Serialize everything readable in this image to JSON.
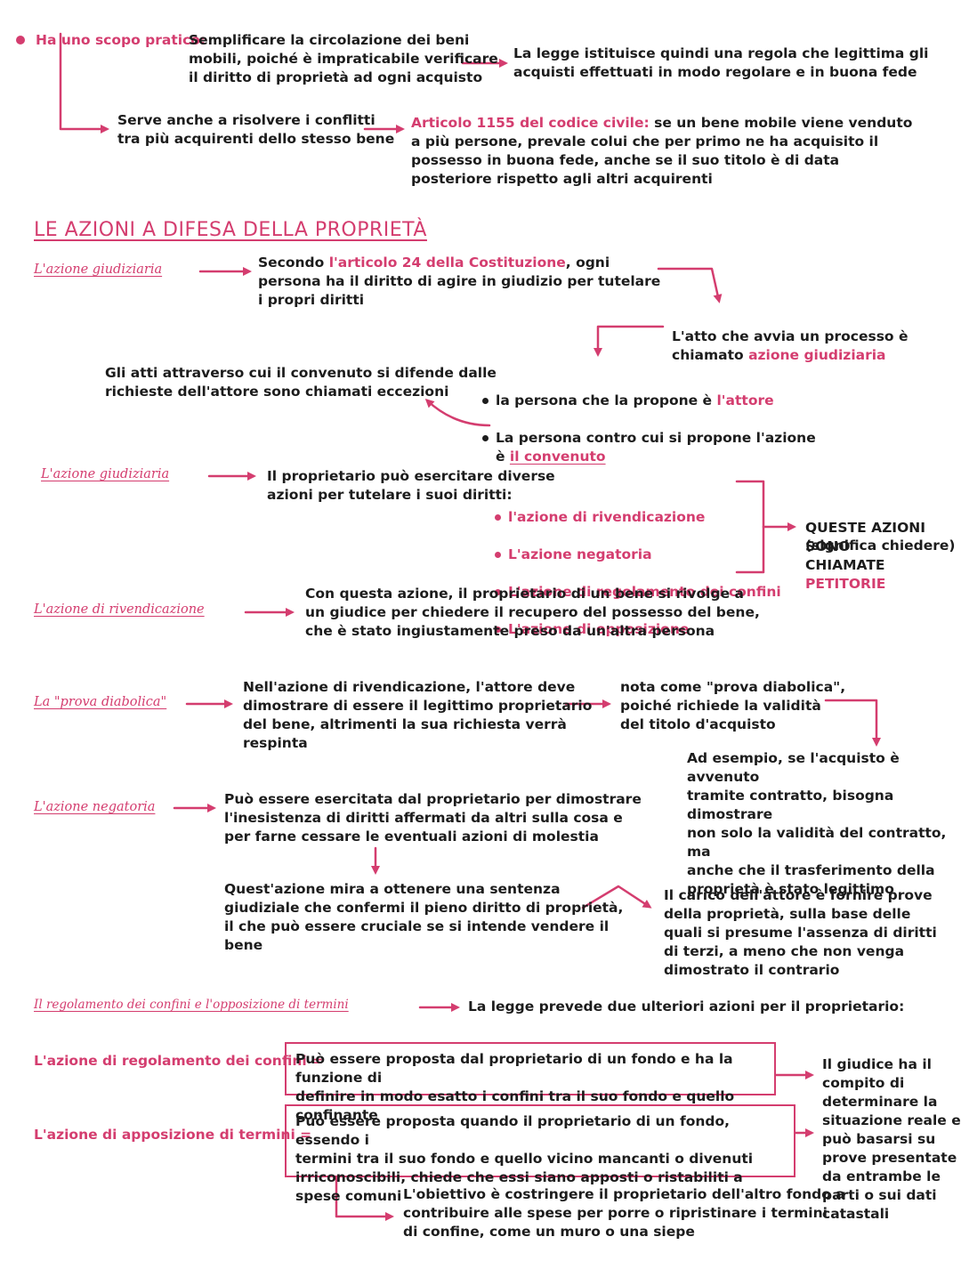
{
  "colors": {
    "accent": "#d43d6f",
    "text": "#1c1c1c"
  },
  "top": {
    "label": "Ha uno scopo pratico:",
    "purpose": "Semplificare la circolazione dei beni\nmobili, poiché è impraticabile verificare\nil diritto di proprietà ad ogni acquisto",
    "law_rule": "La legge istituisce quindi una regola che legittima gli\nacquisti effettuati in modo regolare e in buona fede",
    "conflicts": "Serve anche a risolvere i conflitti\ntra più acquirenti dello stesso bene",
    "article_title": "Articolo 1155 del codice civile:",
    "article_text": " se un bene mobile viene venduto a più persone, prevale colui che per primo ne ha acquisito il possesso in buona fede, anche se il suo titolo è di data posteriore rispetto agli altri acquirenti"
  },
  "heading": "LE AZIONI A DIFESA DELLA PROPRIETÀ",
  "judicial": {
    "label": "L'azione giudiziaria",
    "art24_pre": "Secondo ",
    "art24_ref": "l'articolo 24 della Costituzione",
    "art24_post": ", ogni persona ha il diritto di agire in giudizio per tutelare i propri diritti",
    "act_pre": "L'atto che avvia un processo è\nchiamato ",
    "act_term": "azione giudiziaria",
    "plaintiff_pre": "la persona che la propone è ",
    "plaintiff_term": "l'attore",
    "defendant_pre": "La persona contro cui si propone l'azione\nè ",
    "defendant_term": "il convenuto",
    "exceptions": "Gli atti attraverso cui il convenuto si difende dalle\nrichieste dell'attore sono chiamati eccezioni"
  },
  "petitory": {
    "label": "L'azione giudiziaria",
    "intro": "Il proprietario può esercitare diverse\nazioni per tutelare i suoi diritti:",
    "actions": [
      "l'azione di rivendicazione",
      "L'azione negatoria",
      "L'azione di regolamento dei confini",
      "L'azione di opposizione"
    ],
    "summary_pre": "QUESTE AZIONI SONO\nCHIAMATE ",
    "summary_term": "PETITORIE",
    "summary_note": "(significa chiedere)"
  },
  "rivendicazione": {
    "label": "L'azione di rivendicazione",
    "text": "Con questa azione, il proprietario di un bene si rivolge a\nun giudice per chiedere il recupero del possesso del bene,\nche è stato ingiustamente preso da un'altra persona"
  },
  "prova": {
    "label": "La \"prova diabolica\"",
    "text": "Nell'azione di rivendicazione, l'attore deve\ndimostrare di essere il legittimo proprietario\ndel bene, altrimenti la sua richiesta verrà\nrespinta",
    "note": "nota come \"prova diabolica\",\npoiché richiede la validità\ndel titolo d'acquisto",
    "example": "Ad esempio, se l'acquisto è avvenuto\ntramite contratto, bisogna dimostrare\nnon solo la validità del contratto, ma\nanche che il trasferimento della\nproprietà è stato legittimo"
  },
  "negatoria": {
    "label": "L'azione negatoria",
    "text": "Può essere esercitata dal proprietario per dimostrare\nl'inesistenza di diritti affermati da altri sulla cosa e\nper farne cessare le eventuali azioni di molestia",
    "aim": "Quest'azione mira a ottenere una sentenza\ngiudiziale che confermi il pieno diritto di proprietà,\nil che può essere cruciale se si intende vendere il\nbene",
    "burden": "Il carico dell'attore è fornire prove\ndella proprietà, sulla base delle\nquali si presume l'assenza di diritti\ndi terzi, a meno che non venga\ndimostrato il contrario"
  },
  "confini": {
    "label": "Il regolamento dei confini e l'opposizione di termini",
    "intro": "La legge prevede due ulteriori azioni per il proprietario:",
    "regolamento_label": "L'azione di regolamento dei confini =",
    "regolamento_text": "Può essere proposta dal proprietario di un fondo e ha la funzione di\ndefinire in modo esatto i confini tra il suo fondo e quello confinante",
    "apposizione_label": "L'azione di apposizione di termini =",
    "apposizione_text": "Può essere proposta quando il proprietario di un fondo, essendo i\ntermini tra il suo fondo e quello vicino mancanti o divenuti\nirriconoscibili, chiede che essi siano apposti o ristabiliti a spese comuni",
    "objective": "L'obiettivo è costringere il proprietario dell'altro fondo a\ncontribuire alle spese per porre o ripristinare i termini\ndi confine, come un muro o una siepe",
    "judge": "Il giudice ha il\ncompito di\ndeterminare la\nsituazione reale e\npuò basarsi su\nprove presentate\nda entrambe le\nparti o sui dati\ncatastali"
  }
}
